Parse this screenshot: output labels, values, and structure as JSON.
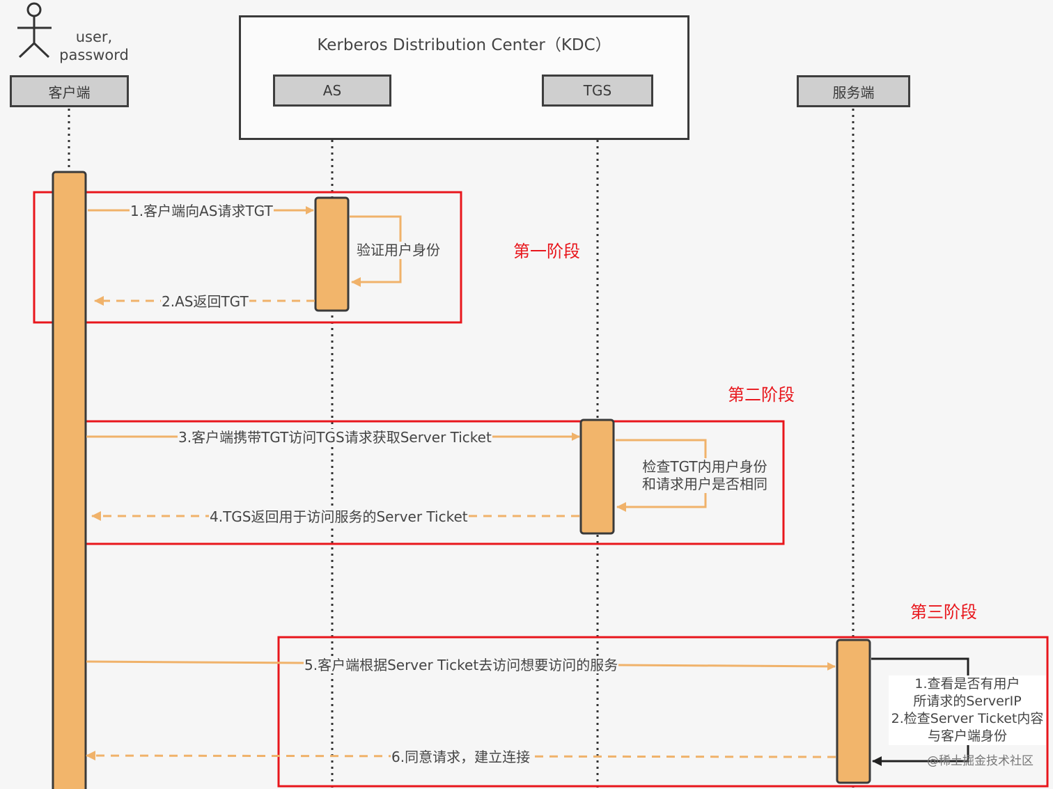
{
  "actor": {
    "line1": "user,",
    "line2": "password"
  },
  "kdc": {
    "title": "Kerberos Distribution Center（KDC）"
  },
  "participants": {
    "client": "客户端",
    "as": "AS",
    "tgs": "TGS",
    "service": "服务端"
  },
  "phases": {
    "p1": "第一阶段",
    "p2": "第二阶段",
    "p3": "第三阶段"
  },
  "messages": {
    "m1": "1.客户端向AS请求TGT",
    "m2": "2.AS返回TGT",
    "m3": "3.客户端携带TGT访问TGS请求获取Server Ticket",
    "m4": "4.TGS返回用于访问服务的Server Ticket",
    "m5": "5.客户端根据Server Ticket去访问想要访问的服务",
    "m6": "6.同意请求，建立连接"
  },
  "notes": {
    "as_verify": "验证用户身份",
    "tgs_check_1": "检查TGT内用户身份",
    "tgs_check_2": "和请求用户是否相同",
    "svc_1": "1.查看是否有用户",
    "svc_2": "所请求的ServerIP",
    "svc_3": "2.检查Server Ticket内容",
    "svc_4": "与客户端身份"
  },
  "watermark": "@稀土掘金技术社区",
  "colors": {
    "activation": "#f2b56b",
    "activation_border": "#3a3a3a",
    "arrow": "#f0b26a",
    "phase_box": "#e8161c",
    "lifeline": "#333333"
  }
}
